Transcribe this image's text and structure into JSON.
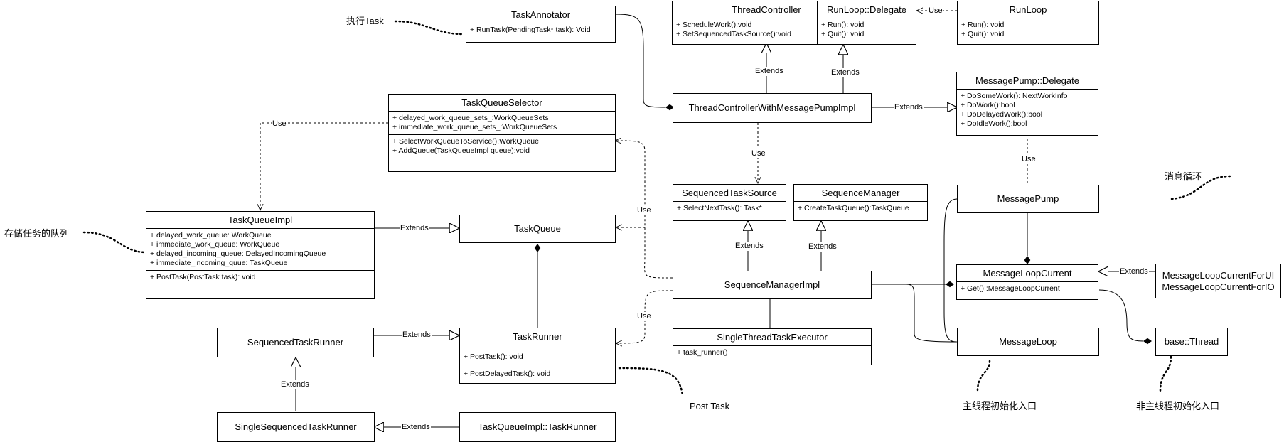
{
  "classes": {
    "task_annotator": {
      "name": "TaskAnnotator",
      "methods": [
        "+ RunTask(PendingTask* task): Void"
      ]
    },
    "thread_controller": {
      "name": "ThreadController",
      "methods": [
        "+ ScheduleWork():void",
        "+ SetSequencedTaskSource():void"
      ]
    },
    "runloop_delegate": {
      "name": "RunLoop::Delegate",
      "methods": [
        "+ Run(): void",
        "+ Quit(): void"
      ]
    },
    "runloop": {
      "name": "RunLoop",
      "methods": [
        "+ Run(): void",
        "+ Quit(): void"
      ]
    },
    "message_pump_delegate": {
      "name": "MessagePump::Delegate",
      "methods": [
        "+ DoSomeWork(): NextWorkInfo",
        "+ DoWork():bool",
        "+ DoDelayedWork():bool",
        "+ DoIdleWork():bool"
      ]
    },
    "task_queue_selector": {
      "name": "TaskQueueSelector",
      "attributes": [
        "+ delayed_work_queue_sets_:WorkQueueSets",
        "+ immediate_work_queue_sets_:WorkQueueSets"
      ],
      "methods": [
        "+ SelectWorkQueueToService():WorkQueue",
        "+ AddQueue(TaskQueueImpl queue):void"
      ]
    },
    "task_queue_impl": {
      "name": "TaskQueueImpl",
      "attributes": [
        "+ delayed_work_queue: WorkQueue",
        "+ immediate_work_queue: WorkQueue",
        "+ delayed_incoming_queue: DelayedIncomingQueue",
        "+ immediate_incoming_quue: TaskQueue"
      ],
      "methods": [
        "+ PostTask(PostTask task): void"
      ]
    },
    "sequenced_task_source": {
      "name": "SequencedTaskSource",
      "methods": [
        "+ SelectNextTask(): Task*"
      ]
    },
    "sequence_manager": {
      "name": "SequenceManager",
      "methods": [
        "+ CreateTaskQueue():TaskQueue"
      ]
    },
    "task_runner": {
      "name": "TaskRunner",
      "methods": [
        "+ PostTask(): void",
        "+ PostDelayedTask(): void"
      ]
    },
    "single_thread_task_executor": {
      "name": "SingleThreadTaskExecutor",
      "methods": [
        "+ task_runner()"
      ]
    },
    "message_loop_current": {
      "name": "MessageLoopCurrent",
      "methods": [
        "+ Get()::MessageLoopCurrent"
      ]
    }
  },
  "boxes": {
    "thread_controller_impl": "ThreadControllerWithMessagePumpImpl",
    "task_queue": "TaskQueue",
    "sequence_manager_impl": "SequenceManagerImpl",
    "message_pump": "MessagePump",
    "sequenced_task_runner": "SequencedTaskRunner",
    "single_sequenced_task_runner": "SingleSequencedTaskRunner",
    "task_queue_impl_task_runner": "TaskQueueImpl::TaskRunner",
    "message_loop": "MessageLoop",
    "base_thread": "base::Thread",
    "message_loop_current_for_ui": "MessageLoopCurrentForUI",
    "message_loop_current_for_io": "MessageLoopCurrentForIO"
  },
  "edge_labels": {
    "extends": "Extends",
    "use": "Use"
  },
  "notes": {
    "run_task": "执行Task",
    "message_loop_cycle": "消息循环",
    "storage_queue": "存储任务的队列",
    "post_task": "Post Task",
    "main_thread_entry": "主线程初始化入口",
    "non_main_thread_entry": "非主线程初始化入口"
  }
}
